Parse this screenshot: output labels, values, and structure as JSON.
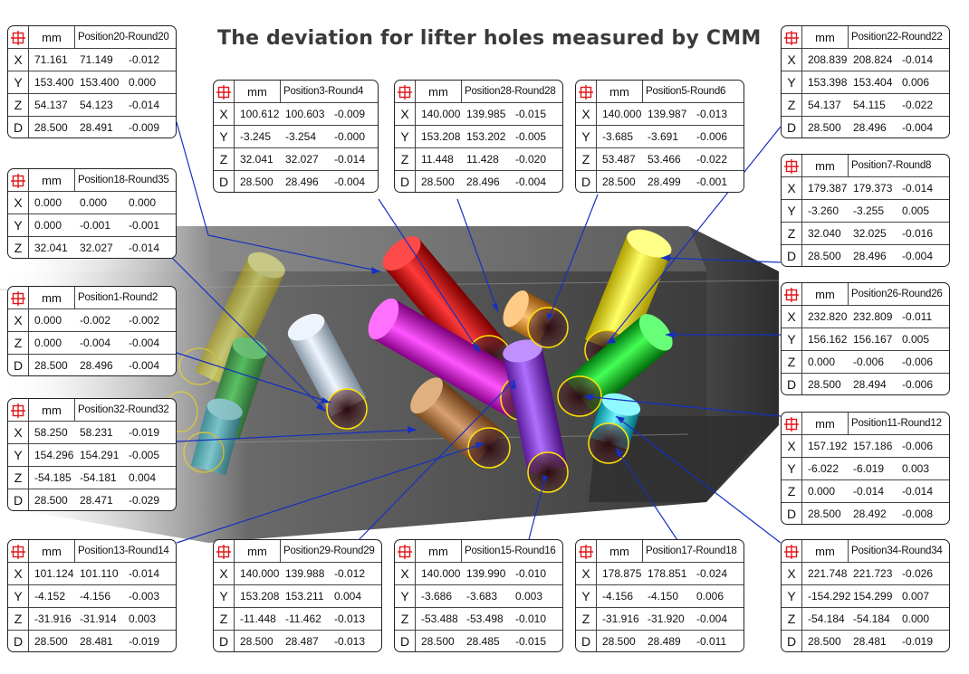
{
  "title": "The deviation for lifter holes measured by CMM",
  "unit": "mm",
  "icon": "crosshair-target-icon",
  "accent": "#e0181b",
  "leader_color": "#1530c0",
  "tables": [
    {
      "id": "t20",
      "position": "Position20-Round20",
      "rows": [
        {
          "axis": "X",
          "nominal": "71.161",
          "measured": "71.149",
          "deviation": "-0.012"
        },
        {
          "axis": "Y",
          "nominal": "153.400",
          "measured": "153.400",
          "deviation": "0.000"
        },
        {
          "axis": "Z",
          "nominal": "54.137",
          "measured": "54.123",
          "deviation": "-0.014"
        },
        {
          "axis": "D",
          "nominal": "28.500",
          "measured": "28.491",
          "deviation": "-0.009"
        }
      ]
    },
    {
      "id": "t18",
      "position": "Position18-Round35",
      "rows": [
        {
          "axis": "X",
          "nominal": "0.000",
          "measured": "0.000",
          "deviation": "0.000"
        },
        {
          "axis": "Y",
          "nominal": "0.000",
          "measured": "-0.001",
          "deviation": "-0.001"
        },
        {
          "axis": "Z",
          "nominal": "32.041",
          "measured": "32.027",
          "deviation": "-0.014"
        }
      ]
    },
    {
      "id": "t1",
      "position": "Position1-Round2",
      "rows": [
        {
          "axis": "X",
          "nominal": "0.000",
          "measured": "-0.002",
          "deviation": "-0.002"
        },
        {
          "axis": "Z",
          "nominal": "0.000",
          "measured": "-0.004",
          "deviation": "-0.004"
        },
        {
          "axis": "D",
          "nominal": "28.500",
          "measured": "28.496",
          "deviation": "-0.004"
        }
      ]
    },
    {
      "id": "t32",
      "position": "Position32-Round32",
      "rows": [
        {
          "axis": "X",
          "nominal": "58.250",
          "measured": "58.231",
          "deviation": "-0.019"
        },
        {
          "axis": "Y",
          "nominal": "154.296",
          "measured": "154.291",
          "deviation": "-0.005"
        },
        {
          "axis": "Z",
          "nominal": "-54.185",
          "measured": "-54.181",
          "deviation": "0.004"
        },
        {
          "axis": "D",
          "nominal": "28.500",
          "measured": "28.471",
          "deviation": "-0.029"
        }
      ]
    },
    {
      "id": "t13",
      "position": "Position13-Round14",
      "rows": [
        {
          "axis": "X",
          "nominal": "101.124",
          "measured": "101.110",
          "deviation": "-0.014"
        },
        {
          "axis": "Y",
          "nominal": "-4.152",
          "measured": "-4.156",
          "deviation": "-0.003"
        },
        {
          "axis": "Z",
          "nominal": "-31.916",
          "measured": "-31.914",
          "deviation": "0.003"
        },
        {
          "axis": "D",
          "nominal": "28.500",
          "measured": "28.481",
          "deviation": "-0.019"
        }
      ]
    },
    {
      "id": "t3",
      "position": "Position3-Round4",
      "rows": [
        {
          "axis": "X",
          "nominal": "100.612",
          "measured": "100.603",
          "deviation": "-0.009"
        },
        {
          "axis": "Y",
          "nominal": "-3.245",
          "measured": "-3.254",
          "deviation": "-0.000"
        },
        {
          "axis": "Z",
          "nominal": "32.041",
          "measured": "32.027",
          "deviation": "-0.014"
        },
        {
          "axis": "D",
          "nominal": "28.500",
          "measured": "28.496",
          "deviation": "-0.004"
        }
      ]
    },
    {
      "id": "t28",
      "position": "Position28-Round28",
      "rows": [
        {
          "axis": "X",
          "nominal": "140.000",
          "measured": "139.985",
          "deviation": "-0.015"
        },
        {
          "axis": "Y",
          "nominal": "153.208",
          "measured": "153.202",
          "deviation": "-0.005"
        },
        {
          "axis": "Z",
          "nominal": "11.448",
          "measured": "11.428",
          "deviation": "-0.020"
        },
        {
          "axis": "D",
          "nominal": "28.500",
          "measured": "28.496",
          "deviation": "-0.004"
        }
      ]
    },
    {
      "id": "t5",
      "position": "Position5-Round6",
      "rows": [
        {
          "axis": "X",
          "nominal": "140.000",
          "measured": "139.987",
          "deviation": "-0.013"
        },
        {
          "axis": "Y",
          "nominal": "-3.685",
          "measured": "-3.691",
          "deviation": "-0.006"
        },
        {
          "axis": "Z",
          "nominal": "53.487",
          "measured": "53.466",
          "deviation": "-0.022"
        },
        {
          "axis": "D",
          "nominal": "28.500",
          "measured": "28.499",
          "deviation": "-0.001"
        }
      ]
    },
    {
      "id": "t29",
      "position": "Position29-Round29",
      "rows": [
        {
          "axis": "X",
          "nominal": "140.000",
          "measured": "139.988",
          "deviation": "-0.012"
        },
        {
          "axis": "Y",
          "nominal": "153.208",
          "measured": "153.211",
          "deviation": "0.004"
        },
        {
          "axis": "Z",
          "nominal": "-11.448",
          "measured": "-11.462",
          "deviation": "-0.013"
        },
        {
          "axis": "D",
          "nominal": "28.500",
          "measured": "28.487",
          "deviation": "-0.013"
        }
      ]
    },
    {
      "id": "t15",
      "position": "Position15-Round16",
      "rows": [
        {
          "axis": "X",
          "nominal": "140.000",
          "measured": "139.990",
          "deviation": "-0.010"
        },
        {
          "axis": "Y",
          "nominal": "-3.686",
          "measured": "-3.683",
          "deviation": "0.003"
        },
        {
          "axis": "Z",
          "nominal": "-53.488",
          "measured": "-53.498",
          "deviation": "-0.010"
        },
        {
          "axis": "D",
          "nominal": "28.500",
          "measured": "28.485",
          "deviation": "-0.015"
        }
      ]
    },
    {
      "id": "t17",
      "position": "Position17-Round18",
      "rows": [
        {
          "axis": "X",
          "nominal": "178.875",
          "measured": "178.851",
          "deviation": "-0.024"
        },
        {
          "axis": "Y",
          "nominal": "-4.156",
          "measured": "-4.150",
          "deviation": "0.006"
        },
        {
          "axis": "Z",
          "nominal": "-31.916",
          "measured": "-31.920",
          "deviation": "-0.004"
        },
        {
          "axis": "D",
          "nominal": "28.500",
          "measured": "28.489",
          "deviation": "-0.011"
        }
      ]
    },
    {
      "id": "t22",
      "position": "Position22-Round22",
      "rows": [
        {
          "axis": "X",
          "nominal": "208.839",
          "measured": "208.824",
          "deviation": "-0.014"
        },
        {
          "axis": "Y",
          "nominal": "153.398",
          "measured": "153.404",
          "deviation": "0.006"
        },
        {
          "axis": "Z",
          "nominal": "54.137",
          "measured": "54.115",
          "deviation": "-0.022"
        },
        {
          "axis": "D",
          "nominal": "28.500",
          "measured": "28.496",
          "deviation": "-0.004"
        }
      ]
    },
    {
      "id": "t7",
      "position": "Position7-Round8",
      "rows": [
        {
          "axis": "X",
          "nominal": "179.387",
          "measured": "179.373",
          "deviation": "-0.014"
        },
        {
          "axis": "Y",
          "nominal": "-3.260",
          "measured": "-3.255",
          "deviation": "0.005"
        },
        {
          "axis": "Z",
          "nominal": "32.040",
          "measured": "32.025",
          "deviation": "-0.016"
        },
        {
          "axis": "D",
          "nominal": "28.500",
          "measured": "28.496",
          "deviation": "-0.004"
        }
      ]
    },
    {
      "id": "t26",
      "position": "Position26-Round26",
      "rows": [
        {
          "axis": "X",
          "nominal": "232.820",
          "measured": "232.809",
          "deviation": "-0.011"
        },
        {
          "axis": "Y",
          "nominal": "156.162",
          "measured": "156.167",
          "deviation": "0.005"
        },
        {
          "axis": "Z",
          "nominal": "0.000",
          "measured": "-0.006",
          "deviation": "-0.006"
        },
        {
          "axis": "D",
          "nominal": "28.500",
          "measured": "28.494",
          "deviation": "-0.006"
        }
      ]
    },
    {
      "id": "t11",
      "position": "Position11-Round12",
      "rows": [
        {
          "axis": "X",
          "nominal": "157.192",
          "measured": "157.186",
          "deviation": "-0.006"
        },
        {
          "axis": "Y",
          "nominal": "-6.022",
          "measured": "-6.019",
          "deviation": "0.003"
        },
        {
          "axis": "Z",
          "nominal": "0.000",
          "measured": "-0.014",
          "deviation": "-0.014"
        },
        {
          "axis": "D",
          "nominal": "28.500",
          "measured": "28.492",
          "deviation": "-0.008"
        }
      ]
    },
    {
      "id": "t34",
      "position": "Position34-Round34",
      "rows": [
        {
          "axis": "X",
          "nominal": "221.748",
          "measured": "221.723",
          "deviation": "-0.026"
        },
        {
          "axis": "Y",
          "nominal": "-154.292",
          "measured": "154.299",
          "deviation": "0.007"
        },
        {
          "axis": "Z",
          "nominal": "-54.184",
          "measured": "-54.184",
          "deviation": "0.000"
        },
        {
          "axis": "D",
          "nominal": "28.500",
          "measured": "28.481",
          "deviation": "-0.019"
        }
      ]
    }
  ]
}
